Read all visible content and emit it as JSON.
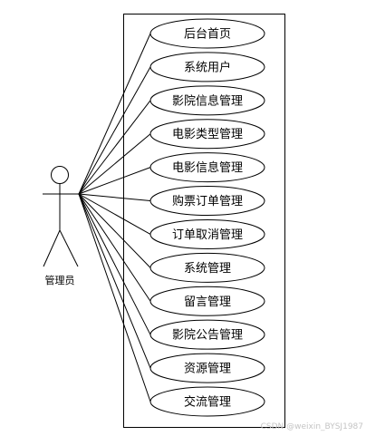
{
  "actor": {
    "label": "管理员"
  },
  "use_cases": [
    {
      "label": "后台首页"
    },
    {
      "label": "系统用户"
    },
    {
      "label": "影院信息管理"
    },
    {
      "label": "电影类型管理"
    },
    {
      "label": "电影信息管理"
    },
    {
      "label": "购票订单管理"
    },
    {
      "label": "订单取消管理"
    },
    {
      "label": "系统管理"
    },
    {
      "label": "留言管理"
    },
    {
      "label": "影院公告管理"
    },
    {
      "label": "资源管理"
    },
    {
      "label": "交流管理"
    }
  ],
  "watermark": "CSDN @weixin_BYSJ1987",
  "colors": {
    "stroke": "#000000",
    "background": "#ffffff",
    "watermark": "#c4c4c4"
  }
}
